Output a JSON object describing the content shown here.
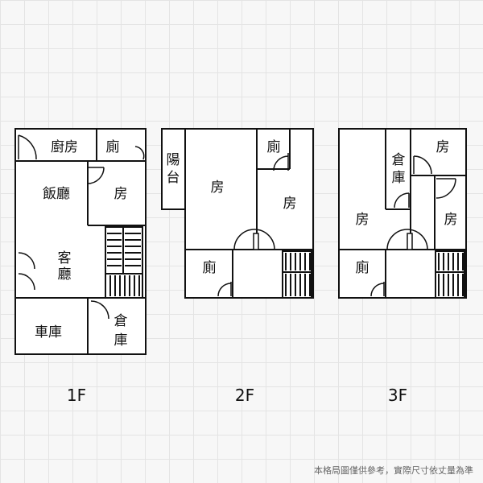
{
  "floors": {
    "f1": {
      "label": "1F",
      "rooms": {
        "kitchen": "廚房",
        "toilet": "廁",
        "dining": "飯廳",
        "bedroom": "房",
        "living_1": "客",
        "living_2": "廳",
        "garage": "車庫",
        "storage_1": "倉",
        "storage_2": "庫"
      }
    },
    "f2": {
      "label": "2F",
      "rooms": {
        "balcony_1": "陽",
        "balcony_2": "台",
        "bedroom_1": "房",
        "bedroom_2": "房",
        "toilet_1": "廁",
        "toilet_2": "廁"
      }
    },
    "f3": {
      "label": "3F",
      "rooms": {
        "storage_1": "倉",
        "storage_2": "庫",
        "bedroom_1": "房",
        "bedroom_2": "房",
        "bedroom_3": "房",
        "toilet": "廁"
      }
    }
  },
  "footer": {
    "note": "本格局圖僅供參考，實際尺寸依丈量為準"
  }
}
